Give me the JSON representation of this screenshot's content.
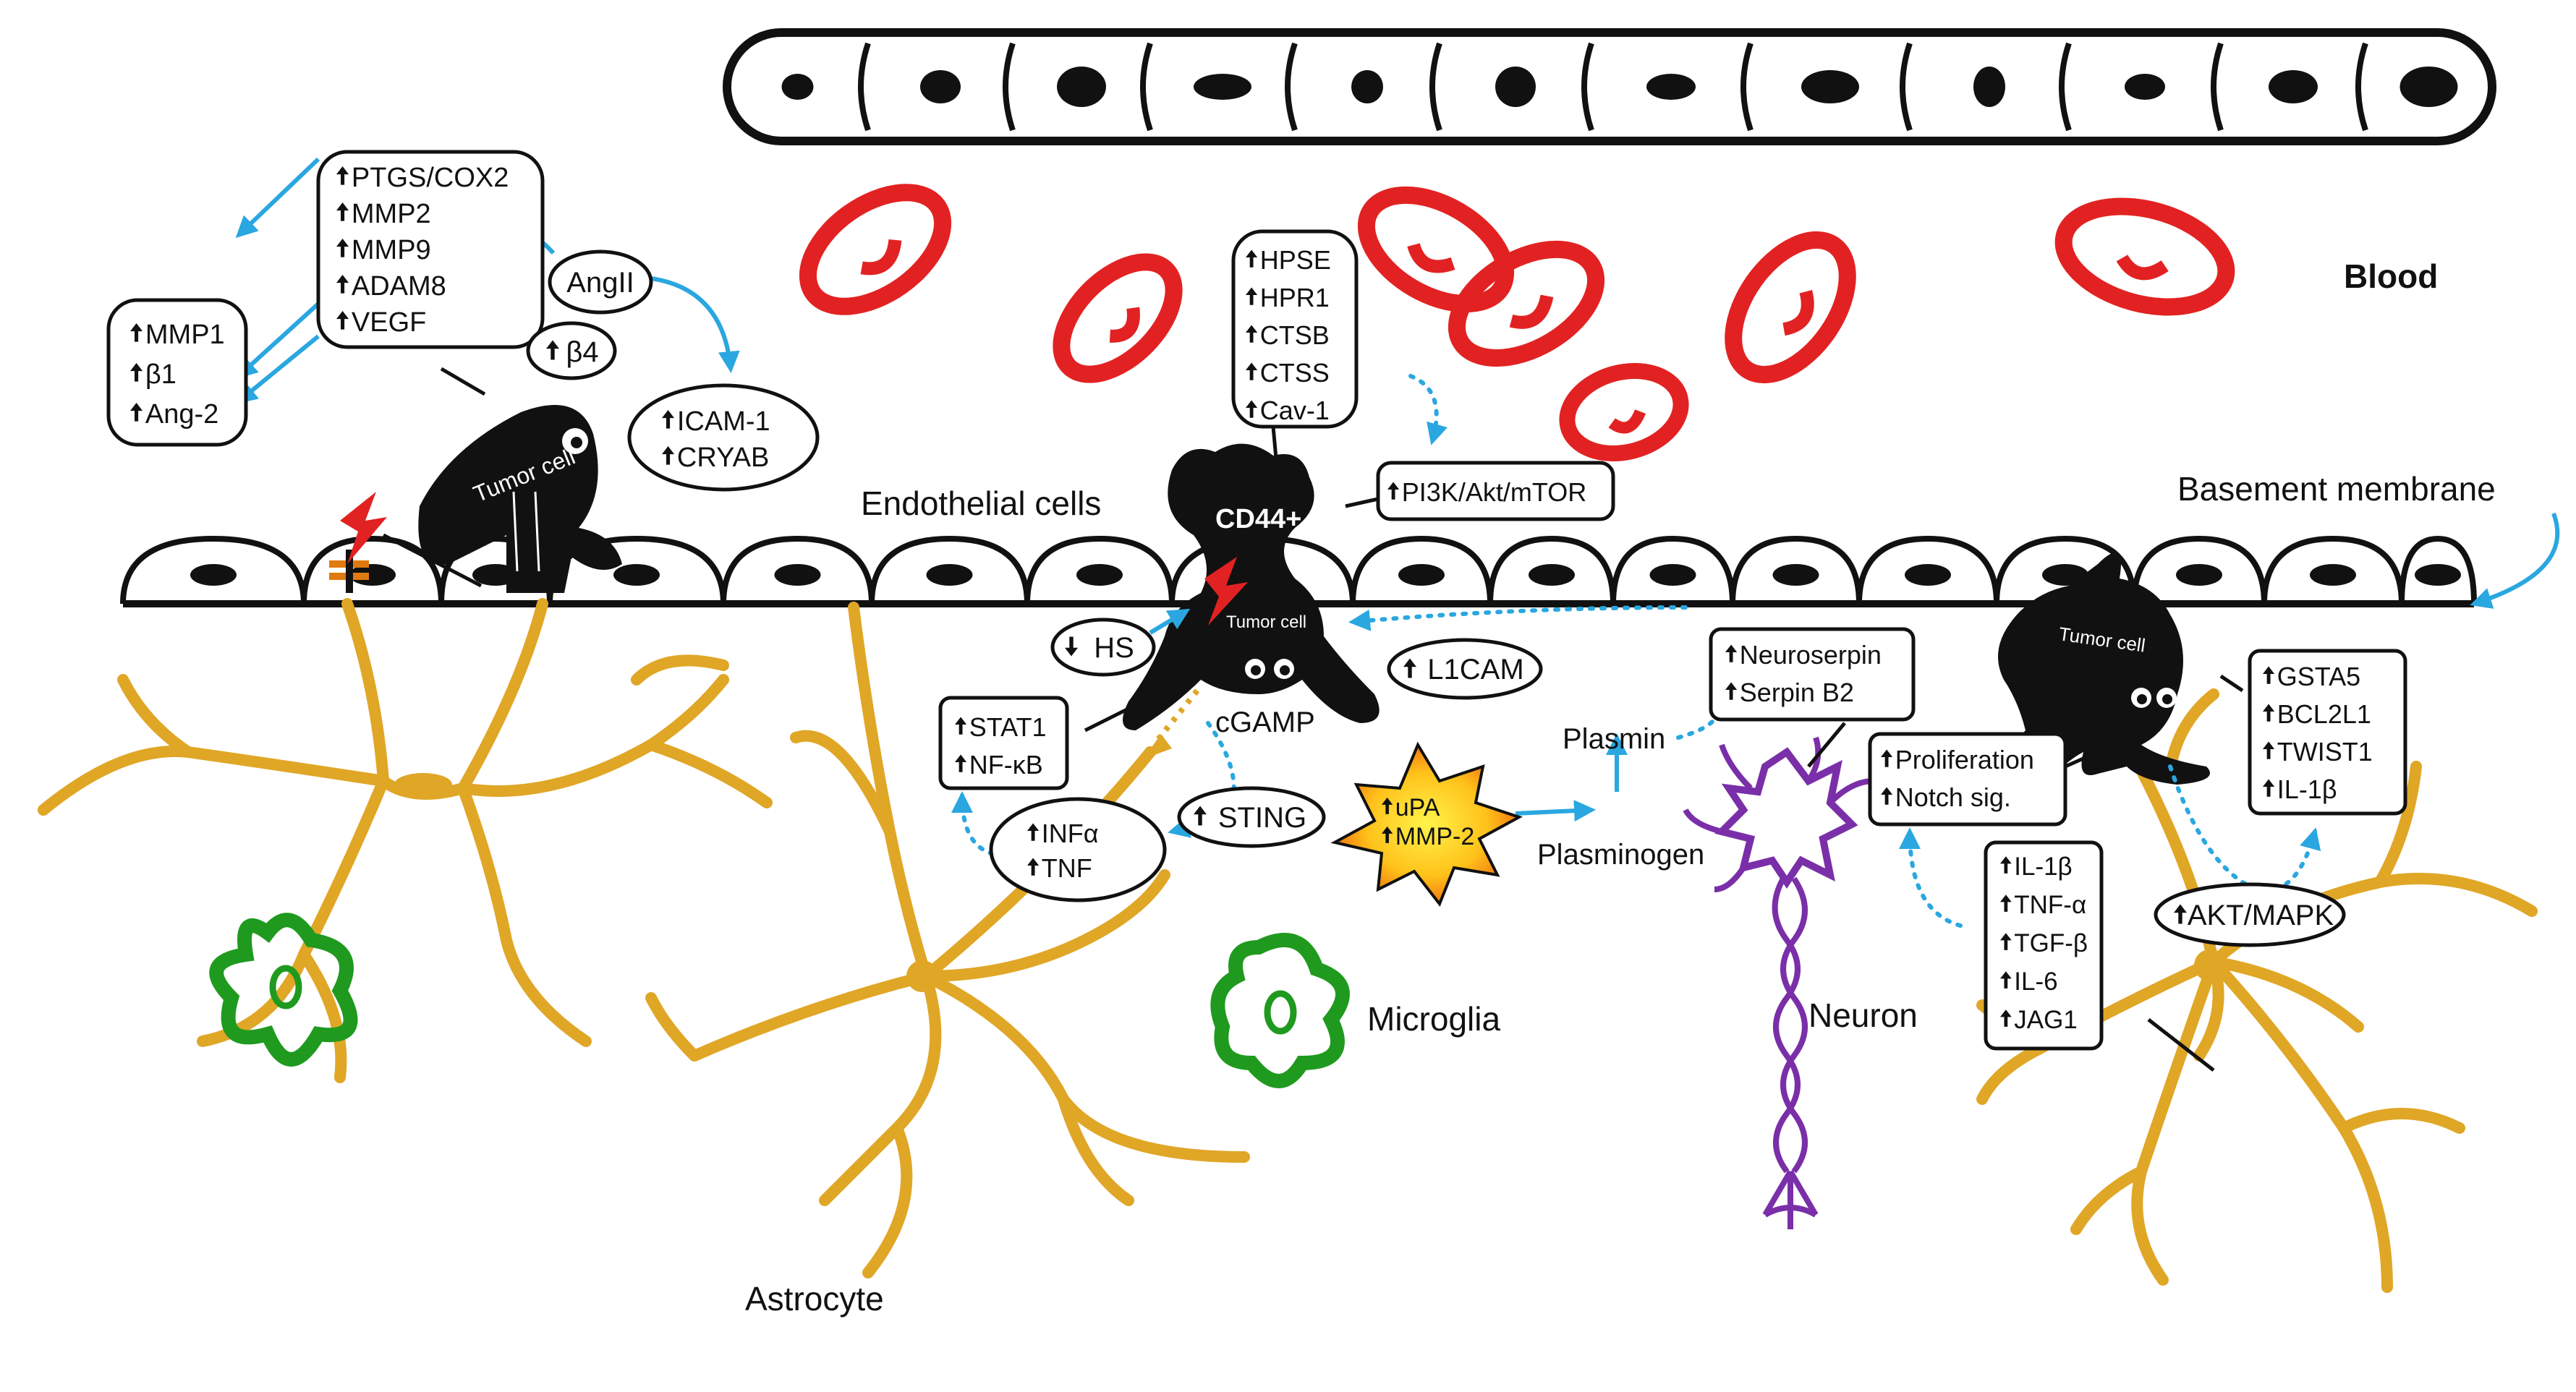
{
  "labels": {
    "blood": "Blood",
    "endothelial": "Endothelial cells",
    "basement": "Basement membrane",
    "astrocyte": "Astrocyte",
    "microglia": "Microglia",
    "neuron": "Neuron",
    "tumor_left": "Tumor cell",
    "tumor_center": "Tumor cell",
    "tumor_right": "Tumor cell",
    "cd44": "CD44+",
    "cgamp": "cGAMP",
    "plasmin": "Plasmin",
    "plasminogen": "Plasminogen"
  },
  "boxes": {
    "ptgs": [
      "PTGS/COX2",
      "MMP2",
      "MMP9",
      "ADAM8",
      "VEGF"
    ],
    "mmp1": [
      "MMP1",
      "β1",
      "Ang-2"
    ],
    "hpse": [
      "HPSE",
      "HPR1",
      "CTSB",
      "CTSS",
      "Cav-1"
    ],
    "pi3k": [
      "PI3K/Akt/mTOR"
    ],
    "icam": [
      "ICAM-1",
      "CRYAB"
    ],
    "stat": [
      "STAT1",
      "NF-κB"
    ],
    "inf": [
      "INFα",
      "TNF"
    ],
    "upa": [
      "uPA",
      "MMP-2"
    ],
    "neuroserpin": [
      "Neuroserpin",
      "Serpin B2"
    ],
    "prolif": [
      "Proliferation",
      "Notch sig."
    ],
    "il1": [
      "IL-1β",
      "TNF-α",
      "TGF-β",
      "IL-6",
      "JAG1"
    ],
    "gsta": [
      "GSTA5",
      "BCL2L1",
      "TWIST1",
      "IL-1β"
    ]
  },
  "ovals": {
    "angii": "AngII",
    "b4": "β4",
    "hs": "HS",
    "l1cam": "L1CAM",
    "sting": "STING",
    "aktmapk": "AKT/MAPK"
  },
  "colors": {
    "astrocyte": "#e0a626",
    "microglia": "#1f9a1f",
    "neuron": "#7a2fa8",
    "rbc": "#e22222",
    "arrow": "#2aa7e0",
    "tumor": "#111111"
  },
  "icons": [
    "up-arrow-icon",
    "down-arrow-icon",
    "lightning-icon"
  ]
}
